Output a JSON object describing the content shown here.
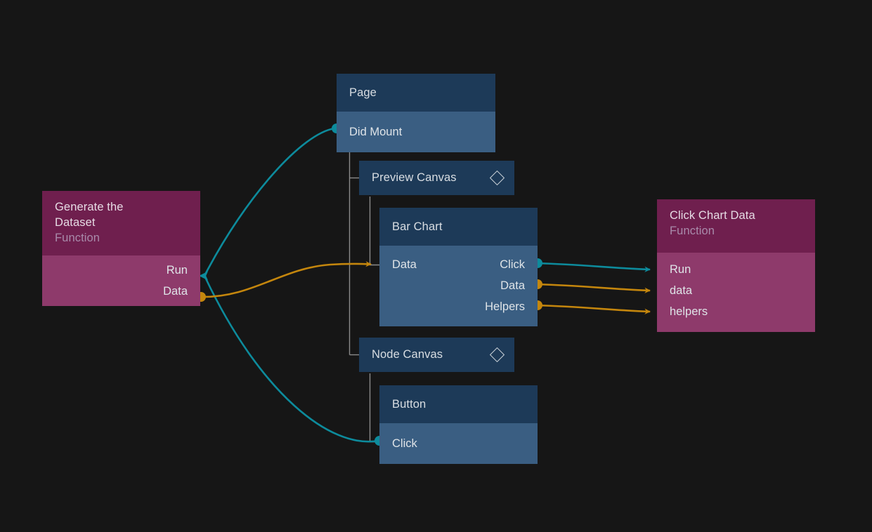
{
  "app": {
    "background_color": "#161616",
    "wire_colors": {
      "signal": "#0d8b9c",
      "data": "#c4860d"
    },
    "node_colors": {
      "blue_header": "#1d3a58",
      "blue_body": "#3a5e82",
      "purple_header": "#6f1f4e",
      "purple_body": "#8e3a6b"
    }
  },
  "nodes": {
    "generate_dataset": {
      "title": "Generate the",
      "title2": "Dataset",
      "subtitle": "Function",
      "ports": [
        {
          "label": "Run",
          "type": "signal",
          "side": "output"
        },
        {
          "label": "Data",
          "type": "data",
          "side": "output"
        }
      ]
    },
    "page": {
      "title": "Page",
      "ports": [
        {
          "label": "Did Mount",
          "type": "signal",
          "side": "output"
        }
      ]
    },
    "preview_canvas": {
      "title": "Preview Canvas",
      "icon": "diamond-icon"
    },
    "bar_chart": {
      "title": "Bar Chart",
      "inputs": [
        {
          "label": "Data",
          "type": "data"
        }
      ],
      "outputs": [
        {
          "label": "Click",
          "type": "signal"
        },
        {
          "label": "Data",
          "type": "data"
        },
        {
          "label": "Helpers",
          "type": "data"
        }
      ]
    },
    "node_canvas": {
      "title": "Node Canvas",
      "icon": "diamond-icon"
    },
    "button": {
      "title": "Button",
      "ports": [
        {
          "label": "Click",
          "type": "signal",
          "side": "output"
        }
      ]
    },
    "click_chart_data": {
      "title": "Click Chart Data",
      "subtitle": "Function",
      "ports": [
        {
          "label": "Run",
          "type": "signal",
          "side": "input"
        },
        {
          "label": "data",
          "type": "data",
          "side": "input"
        },
        {
          "label": "helpers",
          "type": "data",
          "side": "input"
        }
      ]
    }
  },
  "connections": [
    {
      "from": "page.did_mount",
      "to": "generate_dataset.run",
      "type": "signal"
    },
    {
      "from": "button.click",
      "to": "generate_dataset.run",
      "type": "signal"
    },
    {
      "from": "generate_dataset.data",
      "to": "bar_chart.data",
      "type": "data"
    },
    {
      "from": "bar_chart.click",
      "to": "click_chart_data.run",
      "type": "signal"
    },
    {
      "from": "bar_chart.data",
      "to": "click_chart_data.data",
      "type": "data"
    },
    {
      "from": "bar_chart.helpers",
      "to": "click_chart_data.helpers",
      "type": "data"
    }
  ]
}
